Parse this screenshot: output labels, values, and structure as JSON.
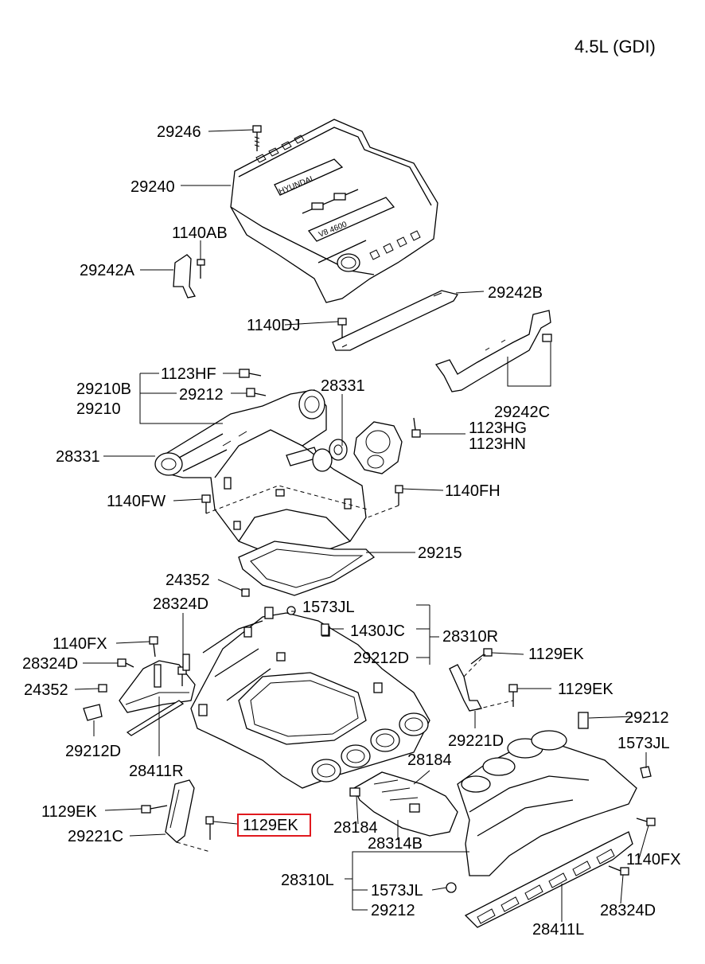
{
  "title": "4.5L (GDI)",
  "highlight_color": "#e0191e",
  "callouts": {
    "p29246": "29246",
    "p29240": "29240",
    "p1140AB": "1140AB",
    "p29242A": "29242A",
    "p29242B": "29242B",
    "p1140DJ": "1140DJ",
    "p1123HF": "1123HF",
    "p29210B": "29210B",
    "p29212_top": "29212",
    "p29210": "29210",
    "p28331_top": "28331",
    "p29242C": "29242C",
    "p1123HG": "1123HG",
    "p1123HN": "1123HN",
    "p28331_left": "28331",
    "p1140FW": "1140FW",
    "p1140FH": "1140FH",
    "p29215": "29215",
    "p24352_top": "24352",
    "p28324D_top": "28324D",
    "p1573JL_top": "1573JL",
    "p1430JC": "1430JC",
    "p28310R": "28310R",
    "p29212D_right": "29212D",
    "p1140FX_left": "1140FX",
    "p28324D_left": "28324D",
    "p1129EK_r1": "1129EK",
    "p1129EK_r2": "1129EK",
    "p24352_left": "24352",
    "p29212D_left": "29212D",
    "p29212_right": "29212",
    "p29221D": "29221D",
    "p1573JL_right": "1573JL",
    "p28411R": "28411R",
    "p28184_top": "28184",
    "p1129EK_left": "1129EK",
    "p1129EK_boxed": "1129EK",
    "p29221C": "29221C",
    "p28184_bottom": "28184",
    "p28314B": "28314B",
    "p1140FX_right": "1140FX",
    "p28310L": "28310L",
    "p1573JL_bottom": "1573JL",
    "p29212_bottom": "29212",
    "p28324D_bottom": "28324D",
    "p28411L": "28411L"
  },
  "cover_text": {
    "brand": "HYUNDAI",
    "engine": "V8 4600"
  }
}
